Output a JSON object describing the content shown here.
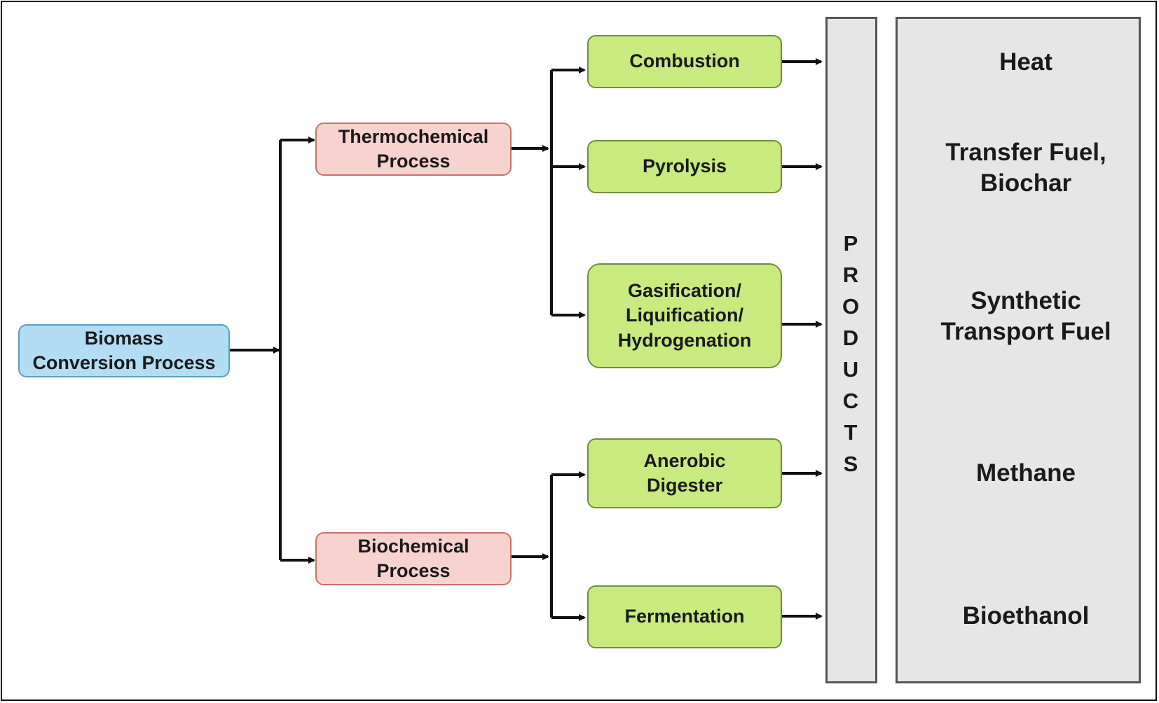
{
  "nodes": {
    "root": "Biomass\nConversion Process",
    "thermochemical": "Thermochemical\nProcess",
    "biochemical": "Biochemical\nProcess",
    "combustion": "Combustion",
    "pyrolysis": "Pyrolysis",
    "gasification": "Gasification/\nLiquification/\nHydrogenation",
    "anerobic": "Anerobic\nDigester",
    "fermentation": "Fermentation"
  },
  "products_label": [
    "P",
    "R",
    "O",
    "D",
    "U",
    "C",
    "T",
    "S"
  ],
  "products": {
    "heat": "Heat",
    "transfer": "Transfer Fuel,\nBiochar",
    "synthetic": "Synthetic\nTransport Fuel",
    "methane": "Methane",
    "bioethanol": "Bioethanol"
  },
  "colors": {
    "root_fill": "#b3ddf2",
    "process_fill": "#f7d3cf",
    "method_fill": "#c9ea7f",
    "panel_fill": "#e6e6e6"
  }
}
